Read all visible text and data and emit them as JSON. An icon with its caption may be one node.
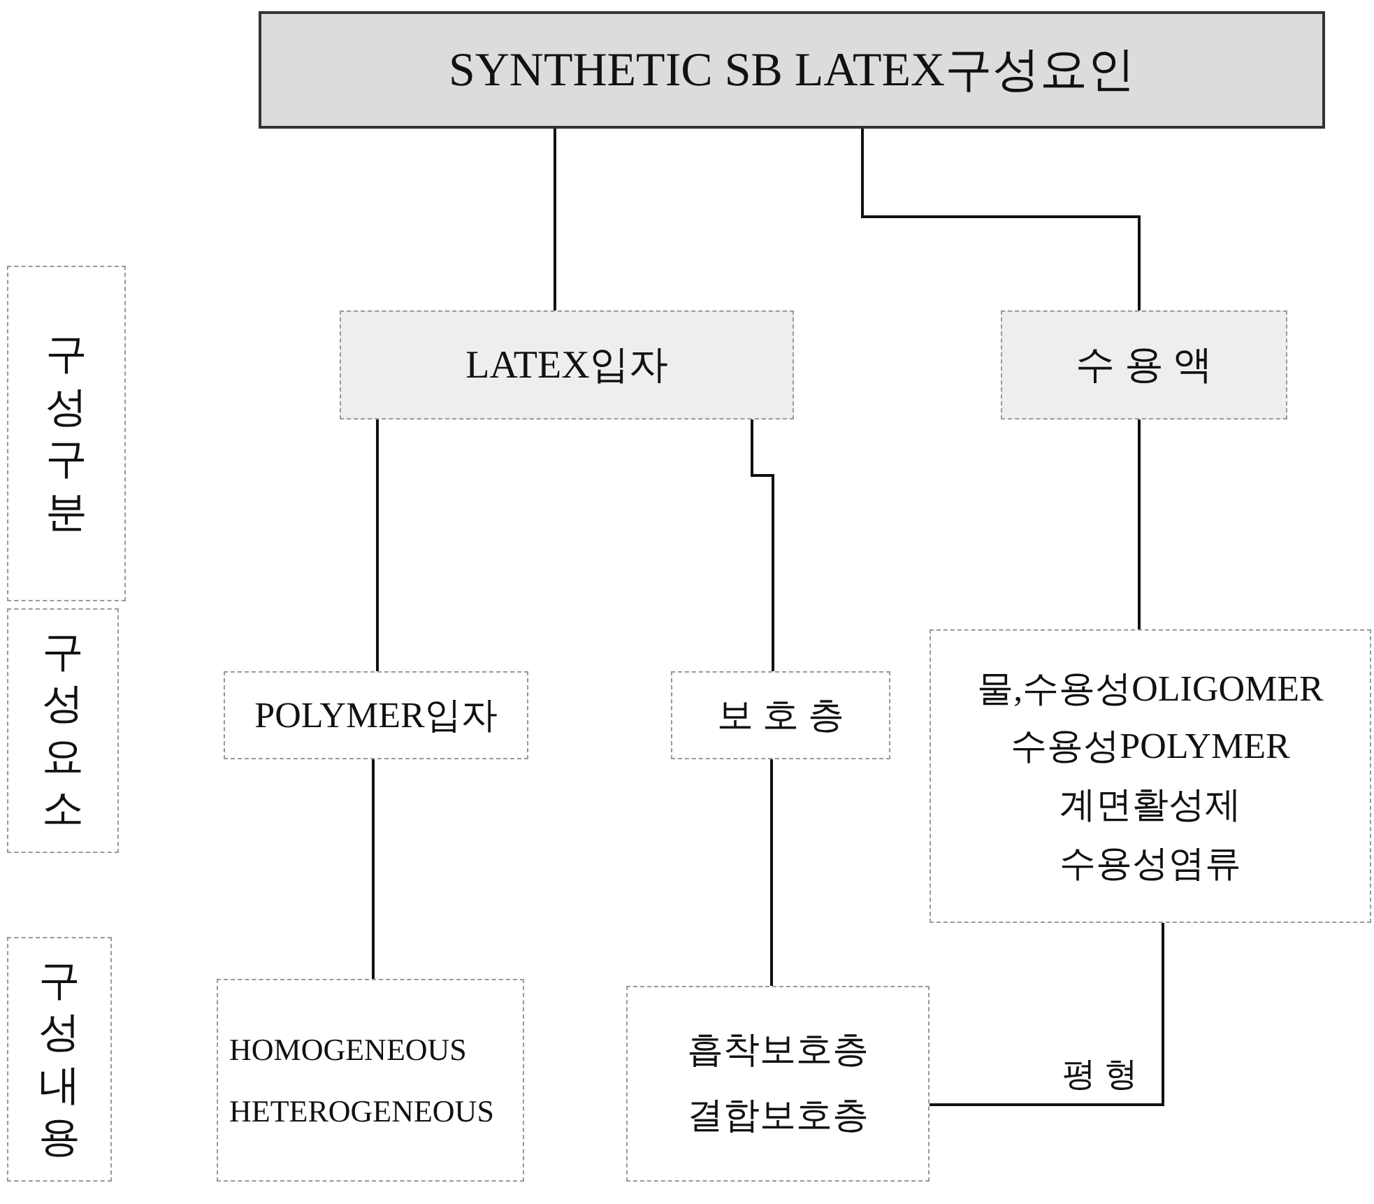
{
  "diagram": {
    "nodes": [
      {
        "text": [
          "SYNTHETIC SB LATEX구성요인"
        ]
      },
      {
        "text": [
          "LATEX입자"
        ]
      },
      {
        "text": [
          "수 용 액"
        ]
      },
      {
        "text": [
          "POLYMER입자"
        ]
      },
      {
        "text": [
          "보 호 층"
        ]
      },
      {
        "text": [
          "물,수용성OLIGOMER",
          "수용성POLYMER",
          "계면활성제",
          "수용성염류"
        ]
      },
      {
        "text": [
          "HOMOGENEOUS",
          "HETEROGENEOUS"
        ]
      },
      {
        "text": [
          "흡착보호층",
          "결합보호층"
        ]
      },
      {
        "text": [
          "구성구분"
        ]
      },
      {
        "text": [
          "구성요소"
        ]
      },
      {
        "text": [
          "구성내용"
        ]
      }
    ],
    "edges": [
      {
        "from": 0,
        "to": 1,
        "arrow": "none"
      },
      {
        "from": 0,
        "to": 2,
        "arrow": "none"
      },
      {
        "from": 1,
        "to": 3,
        "arrow": "none"
      },
      {
        "from": 1,
        "to": 4,
        "arrow": "none"
      },
      {
        "from": 2,
        "to": 5,
        "arrow": "none"
      },
      {
        "from": 3,
        "to": 6,
        "arrow": "none"
      },
      {
        "from": 4,
        "to": 7,
        "arrow": "none"
      },
      {
        "from": 5,
        "to": 7,
        "arrow": "none",
        "label": "평 형"
      }
    ]
  }
}
